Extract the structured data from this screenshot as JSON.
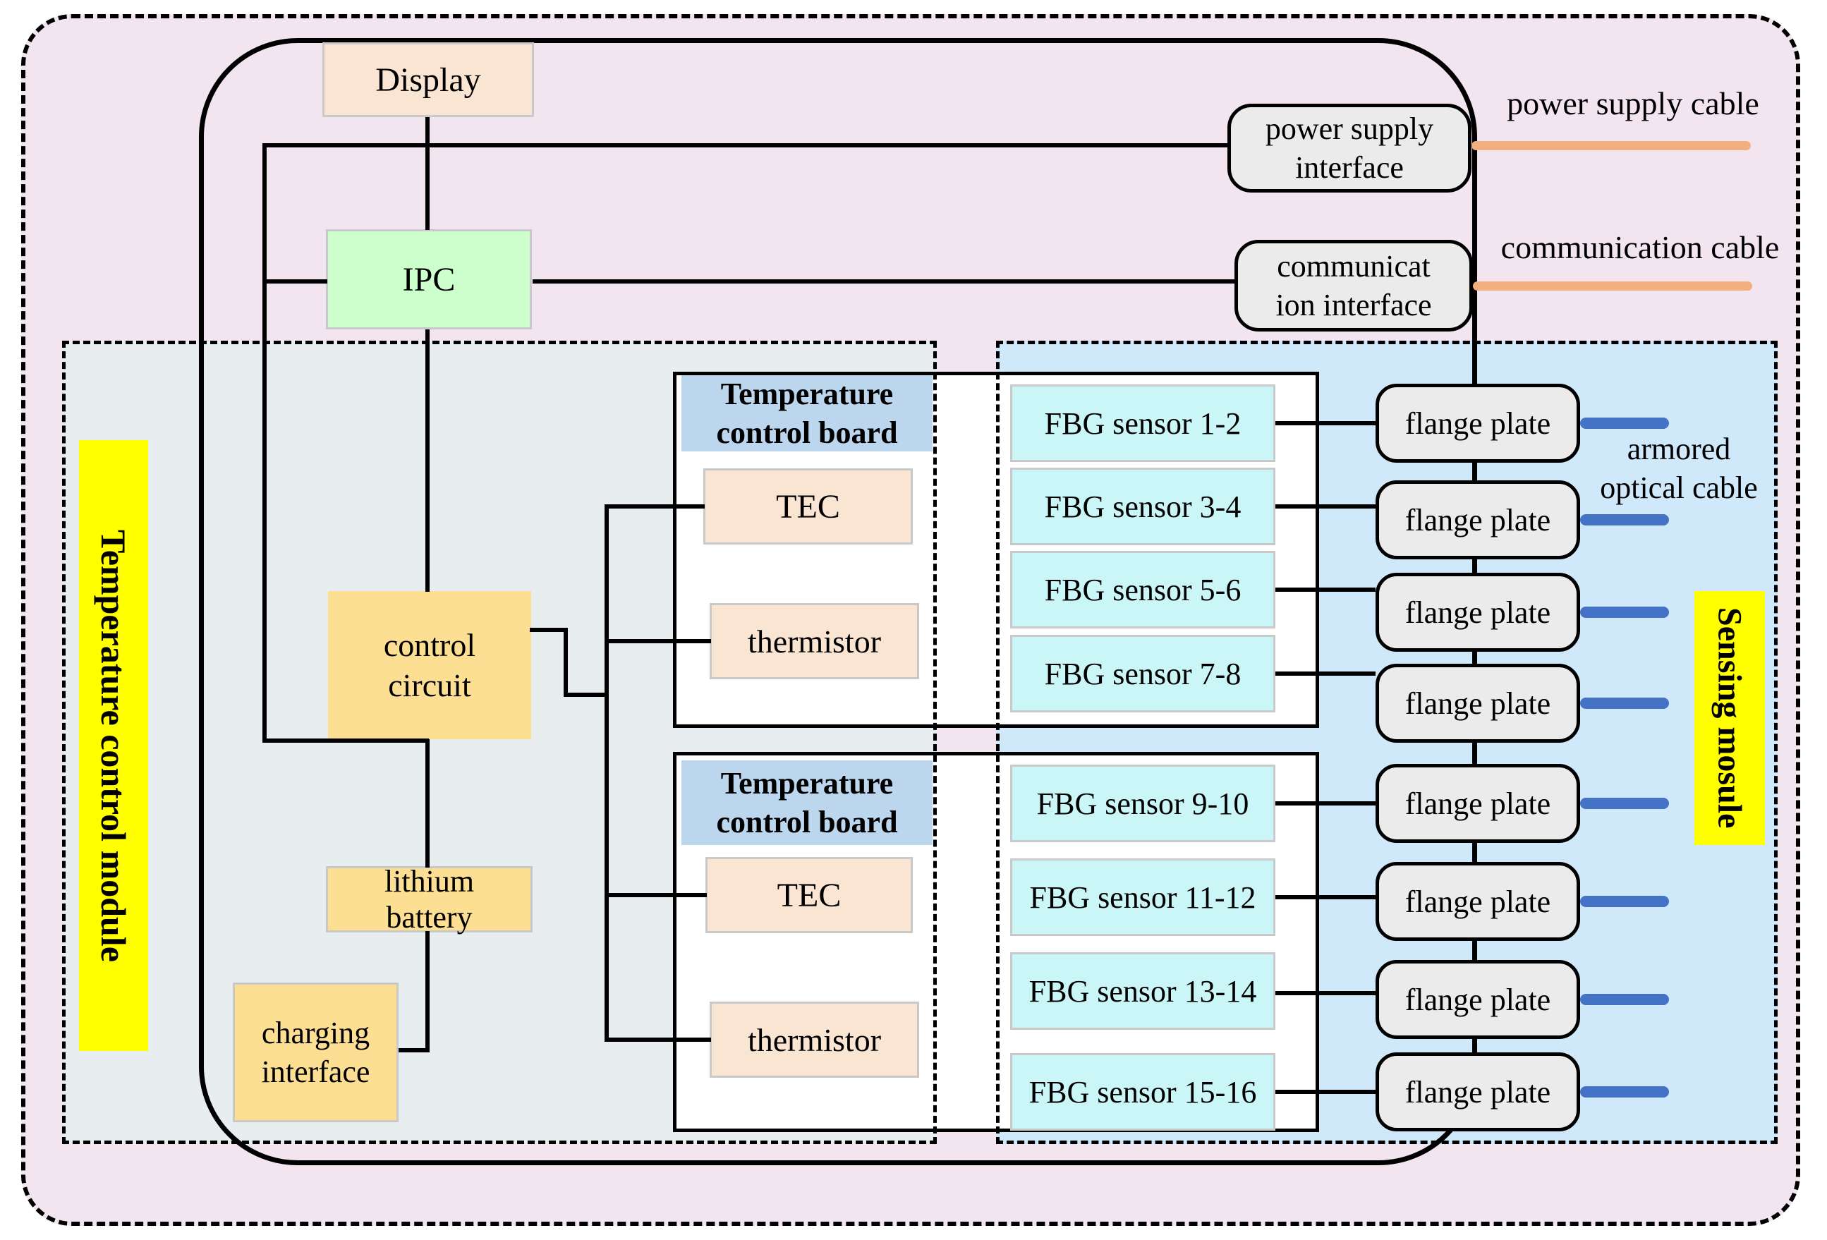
{
  "modules": {
    "temperature_control": {
      "label": "Temperature control module"
    },
    "sensing": {
      "label": "Sensing mosule"
    }
  },
  "nodes": {
    "display": "Display",
    "ipc": "IPC",
    "power_supply_interface": "power supply\ninterface",
    "communication_interface": "communicat\nion interface",
    "control_circuit": "control\ncircuit",
    "lithium_battery": "lithium\nbattery",
    "charging_interface": "charging\ninterface"
  },
  "boards": [
    {
      "title": "Temperature\ncontrol board",
      "tec": "TEC",
      "thermistor": "thermistor"
    },
    {
      "title": "Temperature\ncontrol board",
      "tec": "TEC",
      "thermistor": "thermistor"
    }
  ],
  "fbg_groups": [
    {
      "sensors": [
        "FBG sensor 1-2",
        "FBG sensor 3-4",
        "FBG sensor 5-6",
        "FBG sensor 7-8"
      ]
    },
    {
      "sensors": [
        "FBG sensor 9-10",
        "FBG sensor 11-12",
        "FBG sensor 13-14",
        "FBG sensor 15-16"
      ]
    }
  ],
  "flange_plates": [
    "flange plate",
    "flange plate",
    "flange plate",
    "flange plate",
    "flange plate",
    "flange plate",
    "flange plate",
    "flange plate"
  ],
  "cables": {
    "power": "power supply cable",
    "communication": "communication cable",
    "armored": "armored\noptical cable"
  },
  "colors": {
    "outer_background": "#F2E5F0",
    "temperature_module_background": "#E8EEF0",
    "sensing_module_background": "#CFE9FB",
    "peach_box": "#FAE5D3",
    "green_box": "#CCFFCC",
    "gold_box": "#FCDF92",
    "cyan_box": "#CBF6F8",
    "board_label_blue": "#BCD6EE",
    "gray_box": "#EBEBEB",
    "cable_orange": "#F2B07E",
    "cable_blue": "#4472C4",
    "module_label_yellow": "#FFFF00"
  }
}
